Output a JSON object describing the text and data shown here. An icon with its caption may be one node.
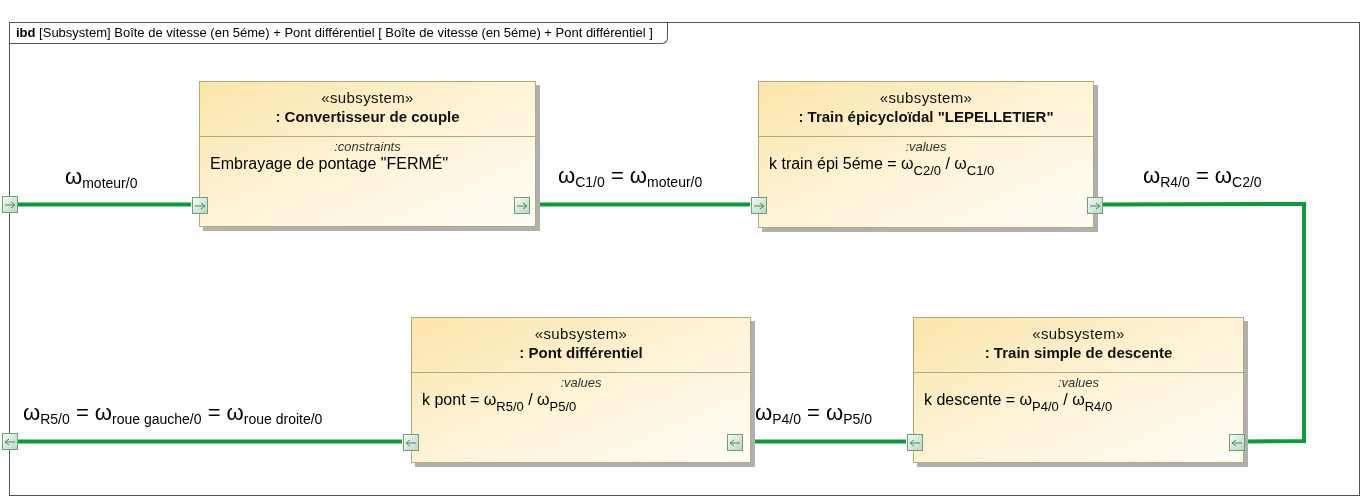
{
  "diagram": {
    "nodes": [
      {
        "text": [
          "**ibd** [Subsystem] Boîte de vitesse (en 5éme) + Pont différentiel [ Boîte de vitesse (en 5éme) + Pont différentiel ]"
        ]
      },
      {
        "text": [
          "«subsystem»",
          ": Convertisseur de couple",
          ":constraints",
          "Embrayage de pontage \"FERMÉ\""
        ],
        "in": 0
      },
      {
        "text": [
          "«subsystem»",
          ": Train épicycloïdal \"LEPELLETIER\"",
          ":values",
          "k train épi 5éme = ω$_{C2/0}$ / ω$_{C1/0}$"
        ],
        "in": 0
      },
      {
        "text": [
          "«subsystem»",
          ": Pont différentiel",
          ":values",
          "k pont = ω$_{R5/0}$ / ω$_{P5/0}$"
        ],
        "in": 0
      },
      {
        "text": [
          "«subsystem»",
          ": Train simple de descente",
          ":values",
          "k descente = ω$_{P4/0}$ / ω$_{R4/0}$"
        ],
        "in": 0
      },
      {
        "text": [],
        "shape": "box",
        "in": 0
      },
      {
        "text": [],
        "shape": "box",
        "in": 1
      },
      {
        "text": [],
        "shape": "box",
        "in": 1
      },
      {
        "text": [],
        "shape": "box",
        "in": 2
      },
      {
        "text": [],
        "shape": "box",
        "in": 2
      },
      {
        "text": [],
        "shape": "box",
        "in": 4
      },
      {
        "text": [],
        "shape": "box",
        "in": 4
      },
      {
        "text": [],
        "shape": "box",
        "in": 3
      },
      {
        "text": [],
        "shape": "box",
        "in": 3
      },
      {
        "text": [],
        "shape": "box",
        "in": 0
      }
    ],
    "edges": [
      {
        "from": 5,
        "to": 6,
        "arrow": "none",
        "label": "ω$_{moteur/0}$"
      },
      {
        "from": 7,
        "to": 8,
        "arrow": "none",
        "label": "ω$_{C1/0}$ = ω$_{moteur/0}$"
      },
      {
        "from": 9,
        "to": 11,
        "arrow": "none",
        "label": "ω$_{R4/0}$ = ω$_{C2/0}$"
      },
      {
        "from": 10,
        "to": 13,
        "arrow": "none",
        "label": "ω$_{P4/0}$ = ω$_{P5/0}$"
      },
      {
        "from": 12,
        "to": 14,
        "arrow": "none",
        "label": "ω$_{R5/0}$ = ω$_{roue gauche/0}$ = ω$_{roue droite/0}$"
      }
    ]
  }
}
